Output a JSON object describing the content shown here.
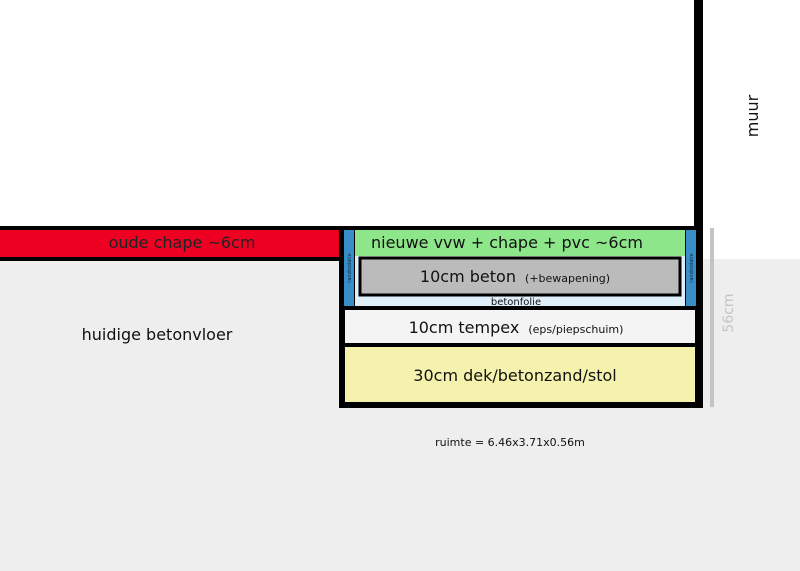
{
  "diagram": {
    "layers": {
      "oude_chape": "oude chape ~6cm",
      "nieuwe_vvw": "nieuwe vvw + chape + pvc ~6cm",
      "beton_main": "10cm beton",
      "beton_sub": "(+bewapening)",
      "betonfolie": "betonfolie",
      "tempex_main": "10cm tempex",
      "tempex_sub": "(eps/piepschuim)",
      "dek": "30cm dek/betonzand/stol",
      "randisolatie_left": "randisolatie",
      "randisolatie_right": "randisolatie"
    },
    "labels": {
      "muur": "muur",
      "huidige_betonvloer": "huidige betonvloer",
      "dimension": "56cm",
      "ruimte": "ruimte = 6.46x3.71x0.56m"
    },
    "colors": {
      "oude_chape": "#ee0022",
      "nieuwe_vvw": "#8ee68a",
      "beton": "#bbbbbb",
      "betonfolie": "#dff0fa",
      "tempex": "#f4f4f4",
      "dek": "#f5f2ae",
      "randisolatie": "#3a8ec8",
      "background_floor": "#eeeeee",
      "outline": "#000000",
      "dimension_line": "#c4c4c4"
    }
  }
}
